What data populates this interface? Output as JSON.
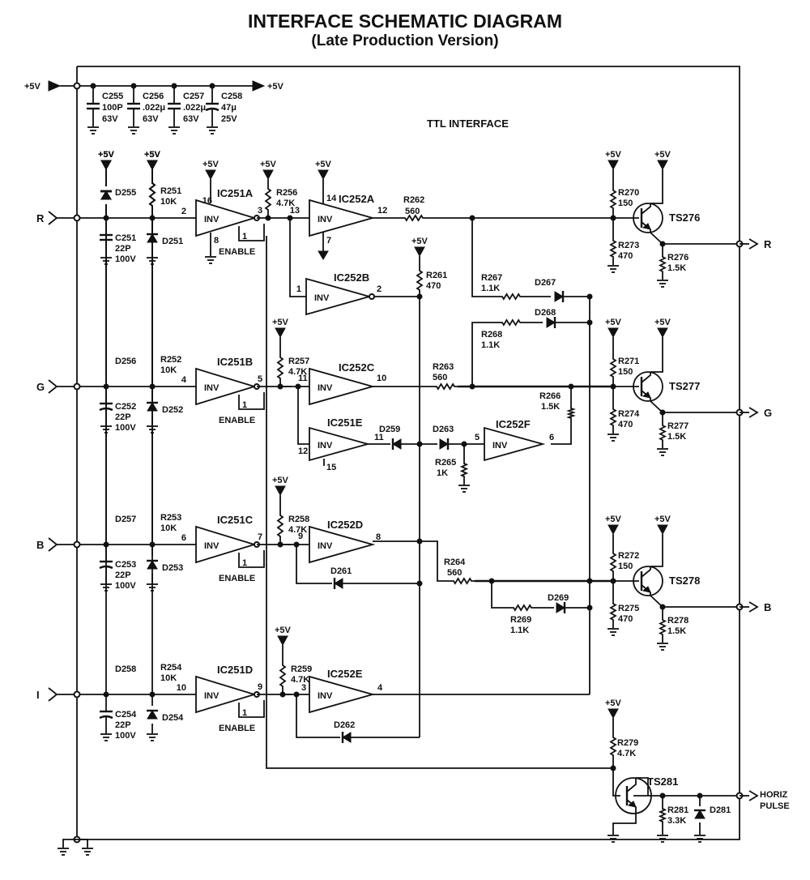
{
  "diagram": {
    "title": "INTERFACE SCHEMATIC DIAGRAM",
    "subtitle": "(Late Production Version)",
    "section_label": "TTL INTERFACE"
  },
  "labels": {
    "supply": "+5V",
    "inv": "INV",
    "enable": "ENABLE",
    "pin1": "1"
  },
  "ports": {
    "in_r": "R",
    "in_g": "G",
    "in_b": "B",
    "in_i": "I",
    "out_r": "R",
    "out_g": "G",
    "out_b": "B",
    "horiz_line1": "HORIZ",
    "horiz_line2": "PULSE"
  },
  "decoupling": [
    {
      "ref": "C255",
      "value": "100P",
      "rating": "63V"
    },
    {
      "ref": "C256",
      "value": ".022μ",
      "rating": "63V"
    },
    {
      "ref": "C257",
      "value": ".022μ",
      "rating": "63V"
    },
    {
      "ref": "C258",
      "value": "47μ",
      "rating": "25V"
    }
  ],
  "channels": [
    {
      "id": "r",
      "diode_top": "D255",
      "res_ref": "R251",
      "res_val": "10K",
      "cap_ref": "C251",
      "cap_val": "22P",
      "cap_v": "100V",
      "diode_bot": "D251",
      "ic": "IC251A",
      "in_pin": "2",
      "out_pin": "3",
      "pwr_pin": "16",
      "gnd_pin": "8"
    },
    {
      "id": "g",
      "diode_top": "D256",
      "res_ref": "R252",
      "res_val": "10K",
      "cap_ref": "C252",
      "cap_val": "22P",
      "cap_v": "100V",
      "diode_bot": "D252",
      "ic": "IC251B",
      "in_pin": "4",
      "out_pin": "5"
    },
    {
      "id": "b",
      "diode_top": "D257",
      "res_ref": "R253",
      "res_val": "10K",
      "cap_ref": "C253",
      "cap_val": "22P",
      "cap_v": "100V",
      "diode_bot": "D253",
      "ic": "IC251C",
      "in_pin": "6",
      "out_pin": "7"
    },
    {
      "id": "i",
      "diode_top": "D258",
      "res_ref": "R254",
      "res_val": "10K",
      "cap_ref": "C254",
      "cap_val": "22P",
      "cap_v": "100V",
      "diode_bot": "D254",
      "ic": "IC251D",
      "in_pin": "10",
      "out_pin": "9"
    }
  ],
  "pullups": [
    {
      "ref": "R256",
      "val": "4.7K"
    },
    {
      "ref": "R257",
      "val": "4.7K"
    },
    {
      "ref": "R258",
      "val": "4.7K"
    },
    {
      "ref": "R259",
      "val": "4.7K"
    }
  ],
  "ic252": {
    "a": {
      "name": "IC252A",
      "in_pin": "13",
      "out_pin": "12",
      "pwr_pin": "14",
      "gnd_pin": "7"
    },
    "b": {
      "name": "IC252B",
      "in_pin": "1",
      "out_pin": "2"
    },
    "c": {
      "name": "IC252C",
      "in_pin": "11",
      "out_pin": "10"
    },
    "d": {
      "name": "IC252D",
      "in_pin": "9",
      "out_pin": "8"
    },
    "e": {
      "name": "IC252E",
      "in_pin": "3",
      "out_pin": "4"
    },
    "f": {
      "name": "IC252F",
      "in_pin": "5",
      "out_pin": "6"
    }
  },
  "ic251e": {
    "name": "IC251E",
    "in_pin": "12",
    "out_pin": "11",
    "gnd_pin": "15"
  },
  "r261": {
    "ref": "R261",
    "val": "470"
  },
  "series": [
    {
      "ref": "R262",
      "val": "560"
    },
    {
      "ref": "R263",
      "val": "560"
    },
    {
      "ref": "R264",
      "val": "560"
    }
  ],
  "mixing": {
    "r267": {
      "ref": "R267",
      "val": "1.1K"
    },
    "d267": "D267",
    "r268": {
      "ref": "R268",
      "val": "1.1K"
    },
    "d268": "D268",
    "r266": {
      "ref": "R266",
      "val": "1.5K"
    },
    "r265": {
      "ref": "R265",
      "val": "1K"
    },
    "d259": "D259",
    "d263": "D263",
    "d261": "D261",
    "d262": "D262",
    "r269": {
      "ref": "R269",
      "val": "1.1K"
    },
    "d269": "D269"
  },
  "outputs": [
    {
      "ts": "TS276",
      "rb_ref": "R270",
      "rb_val": "150",
      "rd_ref": "R273",
      "rd_val": "470",
      "re_ref": "R276",
      "re_val": "1.5K"
    },
    {
      "ts": "TS277",
      "rb_ref": "R271",
      "rb_val": "150",
      "rd_ref": "R274",
      "rd_val": "470",
      "re_ref": "R277",
      "re_val": "1.5K"
    },
    {
      "ts": "TS278",
      "rb_ref": "R272",
      "rb_val": "150",
      "rd_ref": "R275",
      "rd_val": "470",
      "re_ref": "R278",
      "re_val": "1.5K"
    }
  ],
  "hpulse": {
    "ts": "TS281",
    "r279_ref": "R279",
    "r279_val": "4.7K",
    "r281_ref": "R281",
    "r281_val": "3.3K",
    "d281": "D281"
  }
}
